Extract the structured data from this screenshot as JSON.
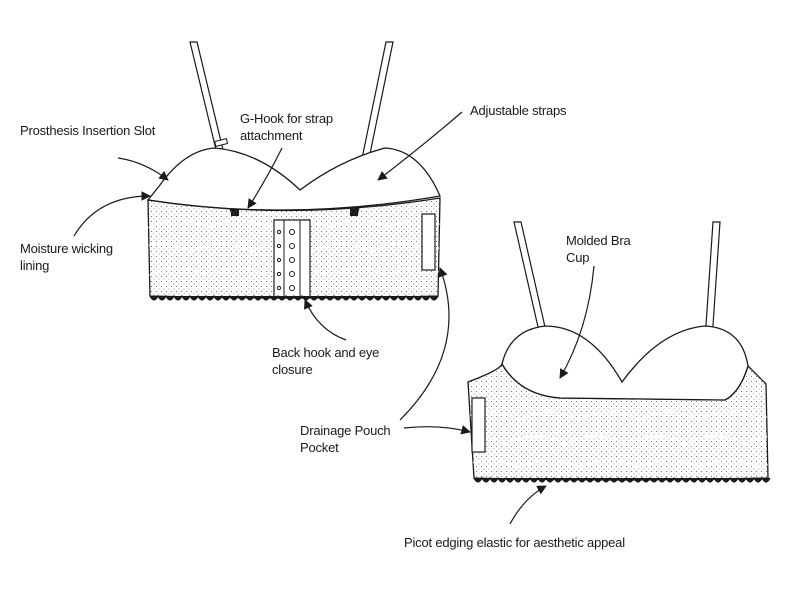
{
  "labels": {
    "prosthesis_slot": "Prosthesis Insertion Slot",
    "g_hook": "G-Hook for strap\nattachment",
    "adjustable_straps": "Adjustable straps",
    "moisture_lining": "Moisture wicking\nlining",
    "molded_cup": "Molded Bra\nCup",
    "back_closure": "Back hook and eye\nclosure",
    "drainage_pocket": "Drainage Pouch\nPocket",
    "picot_edging": "Picot edging elastic for aesthetic appeal"
  },
  "colors": {
    "line": "#1a1a1a",
    "fill": "#ffffff",
    "stipple": "#555555"
  }
}
